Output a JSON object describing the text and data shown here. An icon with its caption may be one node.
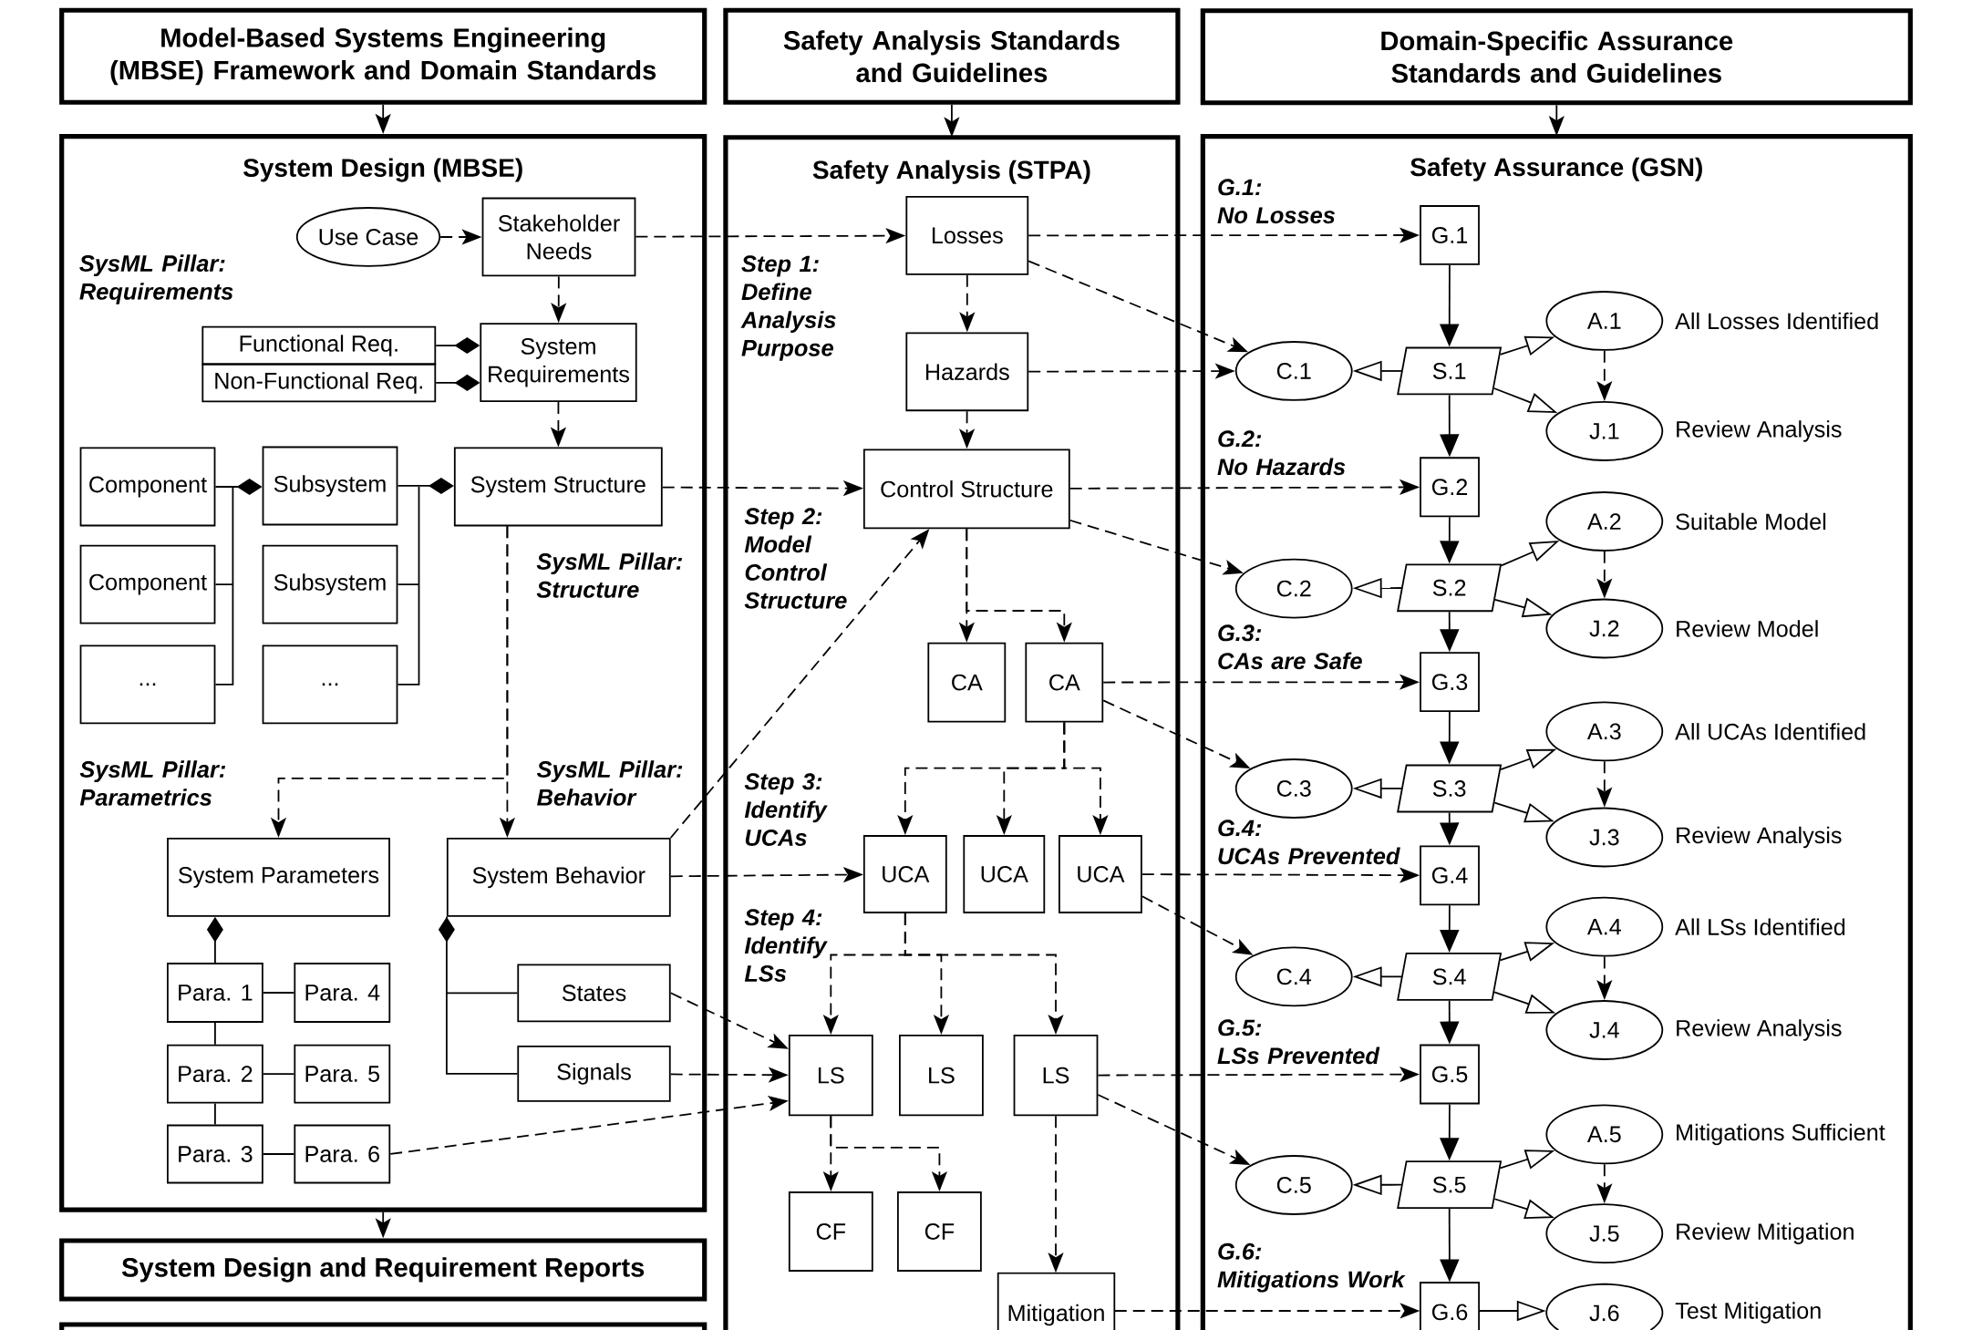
{
  "diagram": {
    "nodes": [
      {
        "text": [
          "Model-Based Systems Engineering (MBSE) Framework and Domain Standards"
        ]
      },
      {
        "text": [
          "Safety Analysis Standards and Guidelines"
        ]
      },
      {
        "text": [
          "Domain-Specific Assurance Standards and Guidelines"
        ]
      },
      {
        "text": [
          "System Design (MBSE)"
        ]
      },
      {
        "text": [
          "Safety Analysis (STPA)"
        ]
      },
      {
        "text": [
          "Safety Assurance (GSN)"
        ]
      },
      {
        "text": [
          "System Design and Requirement Reports"
        ]
      },
      {
        "text": [],
        "shape": "box"
      },
      {
        "text": [
          "Use Case"
        ],
        "in": 3
      },
      {
        "text": [
          "Stakeholder Needs"
        ],
        "in": 3
      },
      {
        "text": [
          "Functional Req."
        ],
        "in": 3
      },
      {
        "text": [
          "Non-Functional Req."
        ],
        "in": 3
      },
      {
        "text": [
          "System Requirements"
        ],
        "in": 3
      },
      {
        "text": [
          "Component"
        ],
        "in": 3
      },
      {
        "text": [
          "Subsystem"
        ],
        "in": 3
      },
      {
        "text": [
          "System Structure"
        ],
        "in": 3
      },
      {
        "text": [
          "Component"
        ],
        "in": 3
      },
      {
        "text": [
          "Subsystem"
        ],
        "in": 3
      },
      {
        "text": [
          "..."
        ],
        "in": 3
      },
      {
        "text": [
          "..."
        ],
        "in": 3
      },
      {
        "text": [
          "System Parameters"
        ],
        "in": 3
      },
      {
        "text": [
          "System Behavior"
        ],
        "in": 3
      },
      {
        "text": [
          "Para. 1"
        ],
        "in": 3
      },
      {
        "text": [
          "Para. 4"
        ],
        "in": 3
      },
      {
        "text": [
          "States"
        ],
        "in": 3
      },
      {
        "text": [
          "Para. 2"
        ],
        "in": 3
      },
      {
        "text": [
          "Para. 5"
        ],
        "in": 3
      },
      {
        "text": [
          "Signals"
        ],
        "in": 3
      },
      {
        "text": [
          "Para. 3"
        ],
        "in": 3
      },
      {
        "text": [
          "Para. 6"
        ],
        "in": 3
      },
      {
        "text": [
          "Losses"
        ],
        "in": 4
      },
      {
        "text": [
          "Hazards"
        ],
        "in": 4
      },
      {
        "text": [
          "Control Structure"
        ],
        "in": 4
      },
      {
        "text": [
          "CA"
        ],
        "in": 4
      },
      {
        "text": [
          "CA"
        ],
        "in": 4
      },
      {
        "text": [
          "UCA"
        ],
        "in": 4
      },
      {
        "text": [
          "UCA"
        ],
        "in": 4
      },
      {
        "text": [
          "UCA"
        ],
        "in": 4
      },
      {
        "text": [
          "LS"
        ],
        "in": 4
      },
      {
        "text": [
          "LS"
        ],
        "in": 4
      },
      {
        "text": [
          "LS"
        ],
        "in": 4
      },
      {
        "text": [
          "CF"
        ],
        "in": 4
      },
      {
        "text": [
          "CF"
        ],
        "in": 4
      },
      {
        "text": [
          "Mitigation"
        ],
        "in": 4
      },
      {
        "text": [
          "G.1"
        ],
        "in": 5
      },
      {
        "text": [
          "A.1"
        ],
        "in": 5,
        "beside": [
          "All Losses Identified"
        ]
      },
      {
        "text": [
          "C.1"
        ],
        "in": 5
      },
      {
        "text": [
          "S.1"
        ],
        "in": 5
      },
      {
        "text": [
          "J.1"
        ],
        "in": 5,
        "beside": [
          "Review Analysis"
        ]
      },
      {
        "text": [
          "G.2"
        ],
        "in": 5
      },
      {
        "text": [
          "A.2"
        ],
        "in": 5,
        "beside": [
          "Suitable Model"
        ]
      },
      {
        "text": [
          "C.2"
        ],
        "in": 5
      },
      {
        "text": [
          "S.2"
        ],
        "in": 5
      },
      {
        "text": [
          "J.2"
        ],
        "in": 5,
        "beside": [
          "Review Model"
        ]
      },
      {
        "text": [
          "G.3"
        ],
        "in": 5
      },
      {
        "text": [
          "A.3"
        ],
        "in": 5,
        "beside": [
          "All UCAs Identified"
        ]
      },
      {
        "text": [
          "C.3"
        ],
        "in": 5
      },
      {
        "text": [
          "S.3"
        ],
        "in": 5
      },
      {
        "text": [
          "J.3"
        ],
        "in": 5,
        "beside": [
          "Review Analysis"
        ]
      },
      {
        "text": [
          "G.4"
        ],
        "in": 5
      },
      {
        "text": [
          "A.4"
        ],
        "in": 5,
        "beside": [
          "All LSs Identified"
        ]
      },
      {
        "text": [
          "C.4"
        ],
        "in": 5
      },
      {
        "text": [
          "S.4"
        ],
        "in": 5
      },
      {
        "text": [
          "J.4"
        ],
        "in": 5,
        "beside": [
          "Review Analysis"
        ]
      },
      {
        "text": [
          "G.5"
        ],
        "in": 5
      },
      {
        "text": [
          "A.5"
        ],
        "in": 5,
        "beside": [
          "Mitigations Sufficient"
        ]
      },
      {
        "text": [
          "C.5"
        ],
        "in": 5
      },
      {
        "text": [
          "S.5"
        ],
        "in": 5
      },
      {
        "text": [
          "J.5"
        ],
        "in": 5,
        "beside": [
          "Review Mitigation"
        ]
      },
      {
        "text": [
          "G.6"
        ],
        "in": 5
      },
      {
        "text": [
          "J.6"
        ],
        "in": 5,
        "beside": [
          "Test Mitigation"
        ]
      }
    ],
    "edges": [
      {
        "from": 0,
        "to": 3,
        "arrow": "to"
      },
      {
        "from": 1,
        "to": 4,
        "arrow": "to"
      },
      {
        "from": 2,
        "to": 5,
        "arrow": "to"
      },
      {
        "from": 3,
        "to": 6,
        "arrow": "to"
      },
      {
        "from": 8,
        "to": 9,
        "arrow": "to",
        "style": "dashed"
      },
      {
        "from": 9,
        "to": 12,
        "arrow": "to",
        "style": "dashed"
      },
      {
        "from": 10,
        "to": 12,
        "arrow": "other"
      },
      {
        "from": 11,
        "to": 12,
        "arrow": "other"
      },
      {
        "from": 12,
        "to": 15,
        "arrow": "to",
        "style": "dashed"
      },
      {
        "from": 13,
        "to": 14,
        "arrow": "other"
      },
      {
        "from": 16,
        "to": 14,
        "arrow": "other"
      },
      {
        "from": 18,
        "to": 14,
        "arrow": "other"
      },
      {
        "from": 14,
        "to": 15,
        "arrow": "other"
      },
      {
        "from": 17,
        "to": 15,
        "arrow": "other"
      },
      {
        "from": 19,
        "to": 15,
        "arrow": "other"
      },
      {
        "from": 15,
        "to": 20,
        "arrow": "to",
        "style": "dashed"
      },
      {
        "from": 15,
        "to": 21,
        "arrow": "to",
        "style": "dashed"
      },
      {
        "from": 22,
        "to": 20,
        "arrow": "other"
      },
      {
        "from": 22,
        "to": 23,
        "arrow": "none"
      },
      {
        "from": 22,
        "to": 25,
        "arrow": "none"
      },
      {
        "from": 25,
        "to": 26,
        "arrow": "none"
      },
      {
        "from": 25,
        "to": 28,
        "arrow": "none"
      },
      {
        "from": 28,
        "to": 29,
        "arrow": "none"
      },
      {
        "from": 24,
        "to": 21,
        "arrow": "other"
      },
      {
        "from": 27,
        "to": 21,
        "arrow": "other"
      },
      {
        "from": 9,
        "to": 30,
        "arrow": "to",
        "style": "dashed"
      },
      {
        "from": 15,
        "to": 32,
        "arrow": "to",
        "style": "dashed"
      },
      {
        "from": 21,
        "to": 32,
        "arrow": "to",
        "style": "dashed"
      },
      {
        "from": 21,
        "to": 35,
        "arrow": "to",
        "style": "dashed"
      },
      {
        "from": 24,
        "to": 38,
        "arrow": "to",
        "style": "dashed"
      },
      {
        "from": 27,
        "to": 38,
        "arrow": "to",
        "style": "dashed"
      },
      {
        "from": 29,
        "to": 38,
        "arrow": "to",
        "style": "dashed"
      },
      {
        "from": 30,
        "to": 31,
        "arrow": "to",
        "style": "dashed"
      },
      {
        "from": 31,
        "to": 32,
        "arrow": "to",
        "style": "dashed"
      },
      {
        "from": 32,
        "to": 33,
        "arrow": "to",
        "style": "dashed"
      },
      {
        "from": 32,
        "to": 34,
        "arrow": "to",
        "style": "dashed"
      },
      {
        "from": 34,
        "to": 35,
        "arrow": "to",
        "style": "dashed"
      },
      {
        "from": 34,
        "to": 36,
        "arrow": "to",
        "style": "dashed"
      },
      {
        "from": 34,
        "to": 37,
        "arrow": "to",
        "style": "dashed"
      },
      {
        "from": 35,
        "to": 38,
        "arrow": "to",
        "style": "dashed"
      },
      {
        "from": 35,
        "to": 39,
        "arrow": "to",
        "style": "dashed"
      },
      {
        "from": 35,
        "to": 40,
        "arrow": "to",
        "style": "dashed"
      },
      {
        "from": 38,
        "to": 41,
        "arrow": "to",
        "style": "dashed"
      },
      {
        "from": 38,
        "to": 42,
        "arrow": "to",
        "style": "dashed"
      },
      {
        "from": 40,
        "to": 43,
        "arrow": "to",
        "style": "dashed"
      },
      {
        "from": 30,
        "to": 44,
        "arrow": "to",
        "style": "dashed"
      },
      {
        "from": 30,
        "to": 46,
        "arrow": "to",
        "style": "dashed"
      },
      {
        "from": 31,
        "to": 46,
        "arrow": "to",
        "style": "dashed"
      },
      {
        "from": 32,
        "to": 49,
        "arrow": "to",
        "style": "dashed"
      },
      {
        "from": 32,
        "to": 51,
        "arrow": "to",
        "style": "dashed"
      },
      {
        "from": 34,
        "to": 54,
        "arrow": "to",
        "style": "dashed"
      },
      {
        "from": 34,
        "to": 56,
        "arrow": "to",
        "style": "dashed"
      },
      {
        "from": 37,
        "to": 59,
        "arrow": "to",
        "style": "dashed"
      },
      {
        "from": 37,
        "to": 61,
        "arrow": "to",
        "style": "dashed"
      },
      {
        "from": 40,
        "to": 64,
        "arrow": "to",
        "style": "dashed"
      },
      {
        "from": 40,
        "to": 66,
        "arrow": "to",
        "style": "dashed"
      },
      {
        "from": 43,
        "to": 69,
        "arrow": "to",
        "style": "dashed"
      },
      {
        "from": 44,
        "to": 47,
        "arrow": "to"
      },
      {
        "from": 47,
        "to": 46,
        "arrow": "to"
      },
      {
        "from": 47,
        "to": 45,
        "arrow": "to"
      },
      {
        "from": 47,
        "to": 48,
        "arrow": "to"
      },
      {
        "from": 45,
        "to": 48,
        "arrow": "to",
        "style": "dashed"
      },
      {
        "from": 47,
        "to": 49,
        "arrow": "to"
      },
      {
        "from": 49,
        "to": 52,
        "arrow": "to"
      },
      {
        "from": 52,
        "to": 51,
        "arrow": "to"
      },
      {
        "from": 52,
        "to": 50,
        "arrow": "to"
      },
      {
        "from": 52,
        "to": 53,
        "arrow": "to"
      },
      {
        "from": 50,
        "to": 53,
        "arrow": "to",
        "style": "dashed"
      },
      {
        "from": 52,
        "to": 54,
        "arrow": "to"
      },
      {
        "from": 54,
        "to": 57,
        "arrow": "to"
      },
      {
        "from": 57,
        "to": 56,
        "arrow": "to"
      },
      {
        "from": 57,
        "to": 55,
        "arrow": "to"
      },
      {
        "from": 57,
        "to": 58,
        "arrow": "to"
      },
      {
        "from": 55,
        "to": 58,
        "arrow": "to",
        "style": "dashed"
      },
      {
        "from": 57,
        "to": 59,
        "arrow": "to"
      },
      {
        "from": 59,
        "to": 62,
        "arrow": "to"
      },
      {
        "from": 62,
        "to": 61,
        "arrow": "to"
      },
      {
        "from": 62,
        "to": 60,
        "arrow": "to"
      },
      {
        "from": 62,
        "to": 63,
        "arrow": "to"
      },
      {
        "from": 60,
        "to": 63,
        "arrow": "to",
        "style": "dashed"
      },
      {
        "from": 62,
        "to": 64,
        "arrow": "to"
      },
      {
        "from": 64,
        "to": 67,
        "arrow": "to"
      },
      {
        "from": 67,
        "to": 66,
        "arrow": "to"
      },
      {
        "from": 67,
        "to": 65,
        "arrow": "to"
      },
      {
        "from": 67,
        "to": 68,
        "arrow": "to"
      },
      {
        "from": 65,
        "to": 68,
        "arrow": "to",
        "style": "dashed"
      },
      {
        "from": 67,
        "to": 69,
        "arrow": "to"
      },
      {
        "from": 69,
        "to": 70,
        "arrow": "to"
      }
    ],
    "labels": [
      "G.1: No Losses",
      "SysML Pillar: Requirements",
      "Step 1: Define Analysis Purpose",
      "G.2: No Hazards",
      "Step 2: Model Control Structure",
      "SysML Pillar: Structure",
      "G.3: CAs are Safe",
      "SysML Pillar: Parametrics",
      "SysML Pillar: Behavior",
      "Step 3: Identify UCAs",
      "G.4: UCAs Prevented",
      "Step 4: Identify LSs",
      "G.5: LSs Prevented",
      "G.6: Mitigations Work"
    ]
  }
}
